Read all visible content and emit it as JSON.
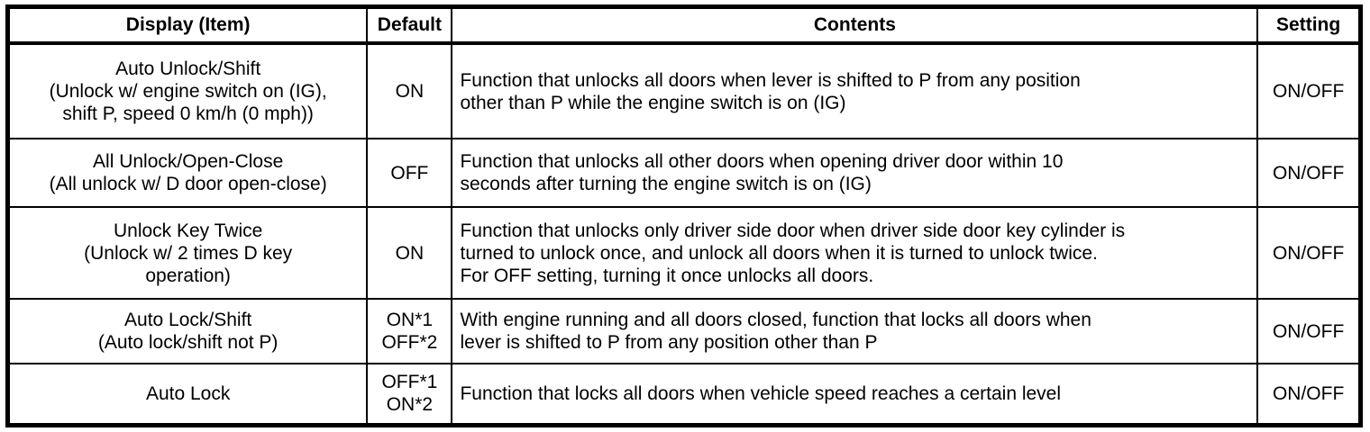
{
  "page": {
    "background_color": "#ffffff",
    "border_color": "#000000",
    "text_color": "#000000"
  },
  "table": {
    "headers": {
      "display_item": "Display (Item)",
      "default": "Default",
      "contents": "Contents",
      "setting": "Setting"
    },
    "rows": [
      {
        "item": "Auto Unlock/Shift\n(Unlock w/ engine switch on (IG),\nshift P, speed 0 km/h (0 mph))",
        "default": "ON",
        "contents": "Function that unlocks all doors when lever is shifted to P from any position\nother than P while the engine switch is on (IG)",
        "setting": "ON/OFF"
      },
      {
        "item": "All Unlock/Open-Close\n(All unlock w/ D door open-close)",
        "default": "OFF",
        "contents": "Function that unlocks all other doors when opening driver door within 10\nseconds after turning the engine switch is on (IG)",
        "setting": "ON/OFF"
      },
      {
        "item": "Unlock Key Twice\n(Unlock w/ 2 times D key\noperation)",
        "default": "ON",
        "contents": "Function that unlocks only driver side door when driver side door key cylinder is\nturned to unlock once, and unlock all doors when it is turned to unlock twice.\nFor OFF setting, turning it once unlocks all doors.",
        "setting": "ON/OFF"
      },
      {
        "item": "Auto Lock/Shift\n(Auto lock/shift not P)",
        "default": "ON*1\nOFF*2",
        "contents": "With engine running and all doors closed, function that locks all doors when\nlever is shifted to P from any position other than P",
        "setting": "ON/OFF"
      },
      {
        "item": "Auto Lock",
        "default": "OFF*1\nON*2",
        "contents": "Function that locks all doors when vehicle speed reaches a certain level",
        "setting": "ON/OFF"
      }
    ]
  }
}
